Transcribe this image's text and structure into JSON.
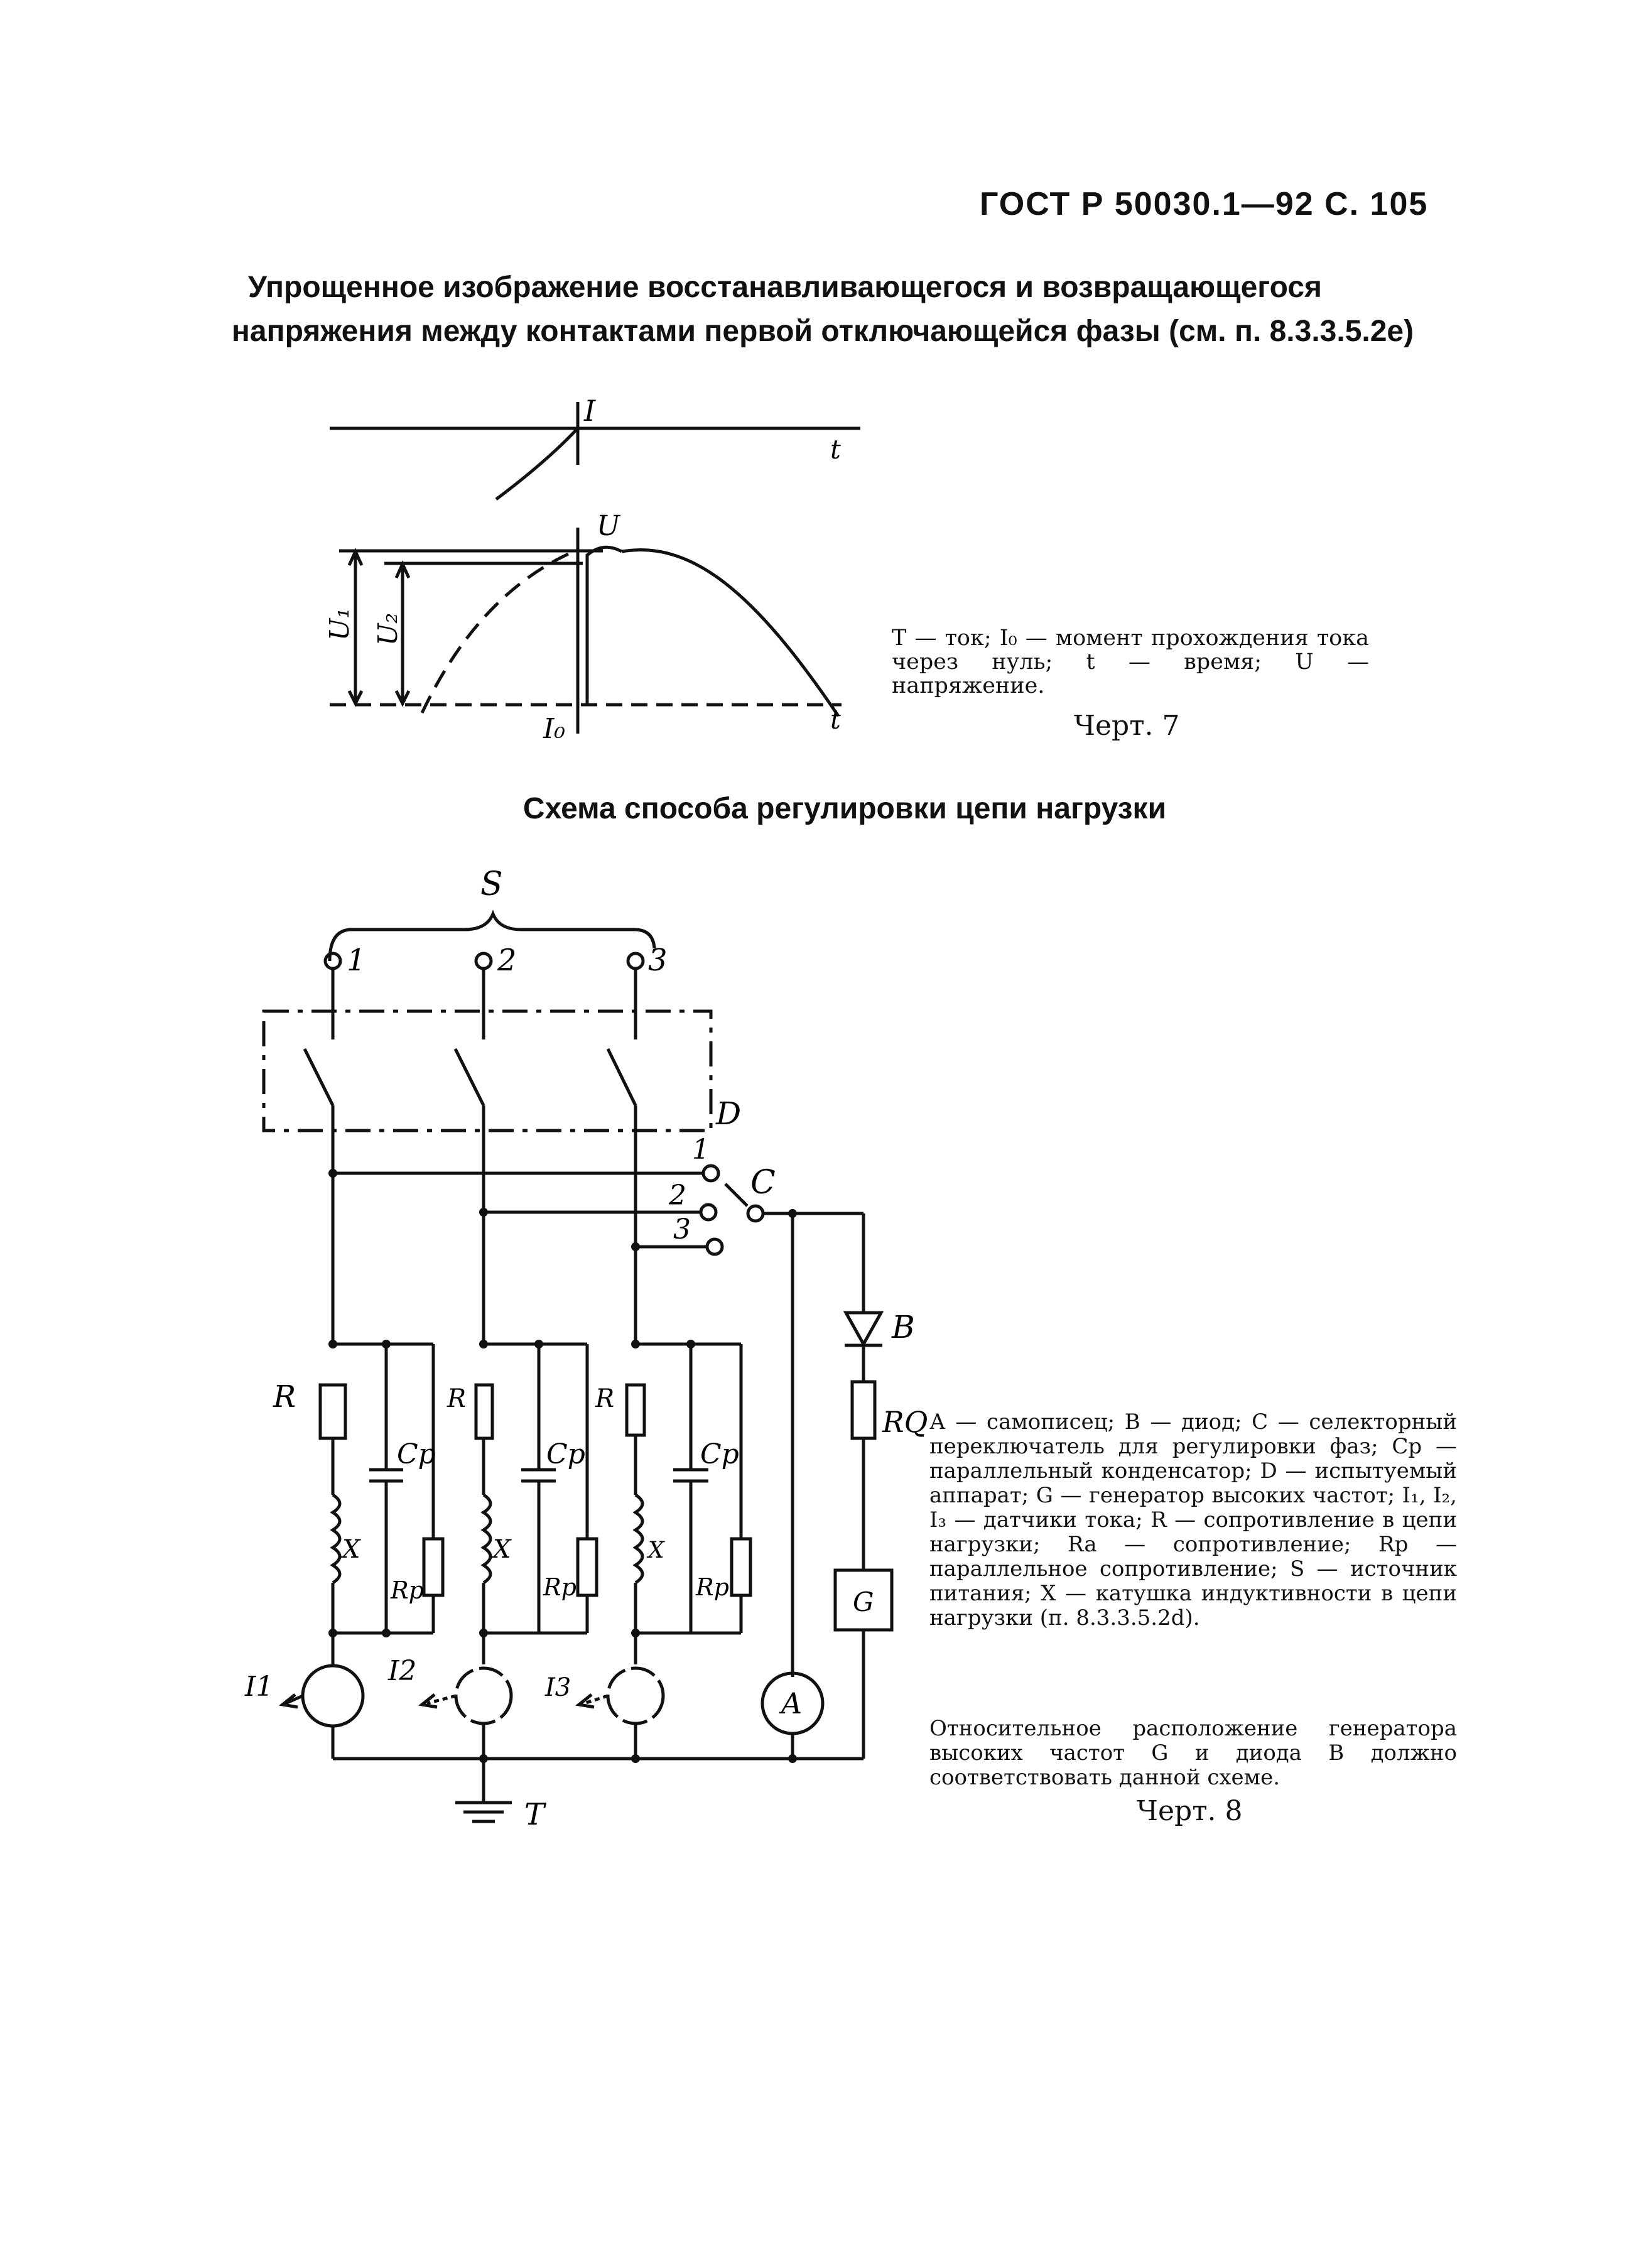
{
  "header": {
    "text": "ГОСТ Р   50030.1—92  С.  105"
  },
  "figure7": {
    "title_line1": "Упрощенное изображение восстанавливающегося и возвращающегося",
    "title_line2": "напряжения между контактами первой отключающейся фазы (см. п. 8.3.3.5.2е)",
    "labels": {
      "I": "I",
      "t_top": "t",
      "U": "U",
      "U1": "U₁",
      "U2": "U₂",
      "I0": "I₀",
      "t_bottom": "t"
    },
    "legend": "Т — ток;  I₀ — момент прохождения тока через нуль;  t — время;  U — напряжение.",
    "caption": "Черт. 7"
  },
  "figure8": {
    "title": "Схема способа регулировки цепи нагрузки",
    "labels": {
      "S": "S",
      "n1": "1",
      "n2": "2",
      "n3": "3",
      "D": "D",
      "C": "C",
      "c1": "1",
      "c2": "2",
      "c3": "3",
      "B": "B",
      "R": "R",
      "Cp": "Cp",
      "X": "X",
      "Rp": "Rp",
      "RQ": "RQ",
      "G": "G",
      "A": "A",
      "I1": "I1",
      "I2": "I2",
      "I3": "I3",
      "T": "T"
    },
    "legend": "А — самописец;  В — диод;  С — селекторный переключатель для регулировки фаз;  Cр — параллельный конденсатор;  D — испытуемый аппарат;  G — генератор высоких частот;  I₁, I₂, I₃ — датчики тока;  R — сопротивление в цепи нагрузки;  Ra — сопротивление;  Rp — параллельное сопротивление;  S — источник питания;  X — катушка индуктивности в цепи нагрузки (п. 8.3.3.5.2d).",
    "note": "Относительное расположение генератора высоких частот G и диода B должно соответствовать данной схеме.",
    "caption": "Черт. 8"
  }
}
